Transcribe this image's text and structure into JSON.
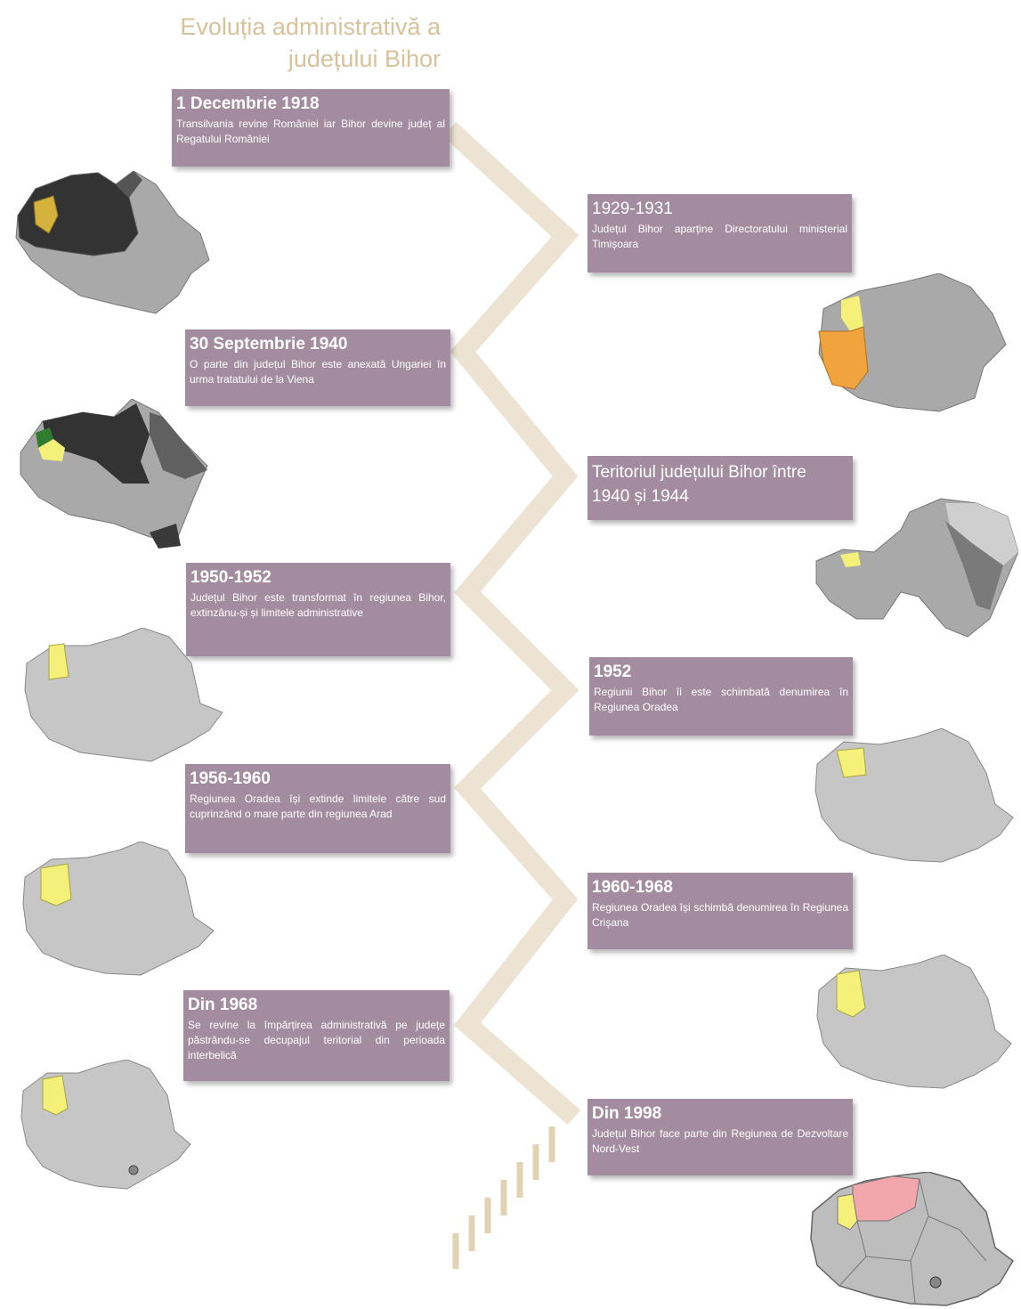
{
  "title": "Evoluția administrativă a județului Bihor",
  "colors": {
    "box": "#a48ca0",
    "path": "#ece3d2",
    "title": "#d8c29b",
    "map_base": "#a9a9a9",
    "map_light": "#c6c6c6",
    "map_dark": "#333333",
    "highlight_yellow": "#f4f07a",
    "highlight_gold": "#d4b23c",
    "highlight_orange": "#f1a43d",
    "highlight_green": "#2e7d2e",
    "highlight_pink": "#f2a7ad"
  },
  "events": [
    {
      "date": "1 Decembrie 1918",
      "text": "Transilvania revine României iar Bihor devine județ al Regatului României"
    },
    {
      "date": "1929-1931",
      "text": "Județul Bihor aparține Directoratului ministerial Timișoara"
    },
    {
      "date": "30 Septembrie 1940",
      "text": "O parte din județul Bihor este anexată Ungariei în urma tratatului de la Viena"
    },
    {
      "date": "Teritoriul județului Bihor între 1940 și 1944",
      "text": ""
    },
    {
      "date": "1950-1952",
      "text": "Județul Bihor este transformat în regiunea Bihor, extinzânu-și și limitele administrative"
    },
    {
      "date": "1952",
      "text": "Regiunii Bihor îi este schimbată denumirea în Regiunea Oradea"
    },
    {
      "date": "1956-1960",
      "text": "Regiunea Oradea își extinde limitele către sud cuprinzând o mare parte din regiunea Arad"
    },
    {
      "date": "1960-1968",
      "text": "Regiunea Oradea își schimbă denumirea în Regiunea Crișana"
    },
    {
      "date": "Din 1968",
      "text": "Se revine la împărțirea administrativă pe județe păstrându-se decupajul teritorial din perioada interbelică"
    },
    {
      "date": "Din 1998",
      "text": "Județul Bihor face parte din Regiunea de Dezvoltare Nord-Vest"
    }
  ]
}
